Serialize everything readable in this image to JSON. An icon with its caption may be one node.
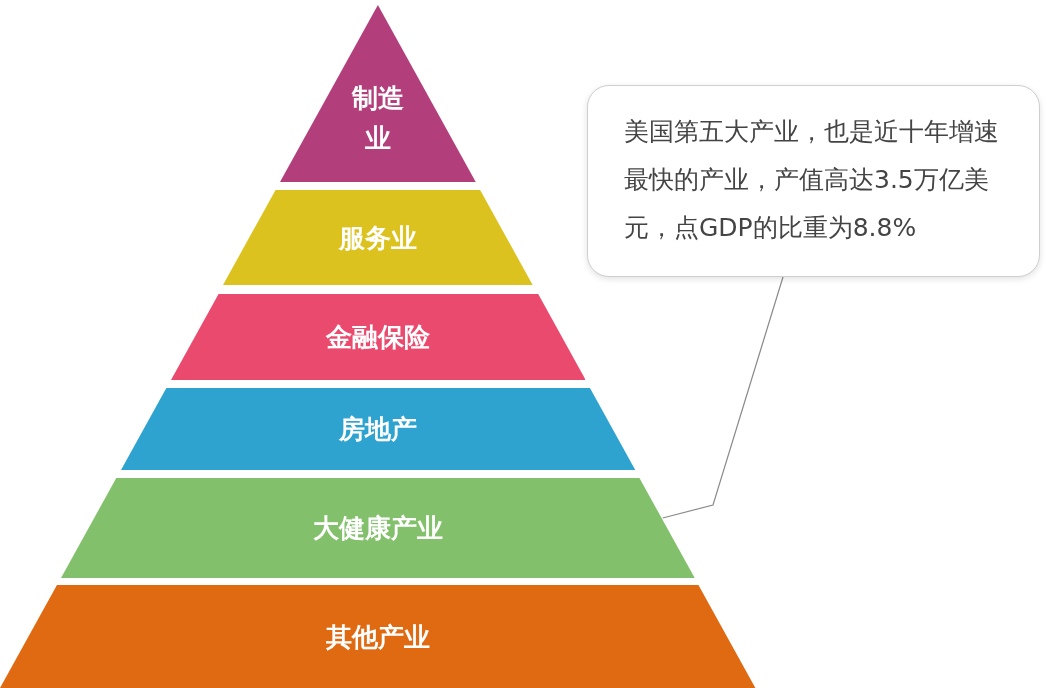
{
  "diagram": {
    "nodes": [
      {
        "text": [
          "制造业"
        ]
      },
      {
        "text": [
          "服务业"
        ]
      },
      {
        "text": [
          "金融保险"
        ]
      },
      {
        "text": [
          "房地产"
        ]
      },
      {
        "text": [
          "大健康产业"
        ]
      },
      {
        "text": [
          "其他产业"
        ]
      },
      {
        "text": [
          "美国第五大产业，也是近十年增速最快的产业，产值高达3.5万亿美元，点GDP的比重为8.8%"
        ]
      }
    ],
    "edges": [
      {
        "from": 6,
        "to": 4,
        "arrow": "none"
      }
    ]
  }
}
